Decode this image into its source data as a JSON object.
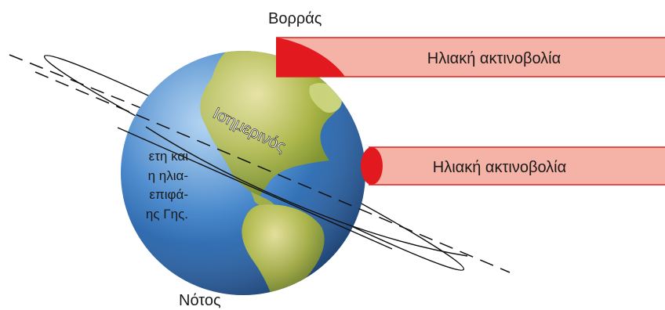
{
  "labels": {
    "north": "Βορράς",
    "south": "Νότος",
    "equator": "Ισημερινός"
  },
  "radiation": {
    "top_label": "Ηλιακή ακτινοβολία",
    "middle_label": "Ηλιακή ακτινοβολία"
  },
  "side_text": {
    "line1": "ετη και",
    "line2": "η ηλια-",
    "line3": "επιφά-",
    "line4": "ης Γης."
  },
  "colors": {
    "beam_fill": "#f5b2a6",
    "beam_edge": "#e0201b",
    "illuminated_spot": "#e31920",
    "ocean": "#2e6fb5",
    "land": "#9aae3a",
    "axis": "#111111"
  }
}
